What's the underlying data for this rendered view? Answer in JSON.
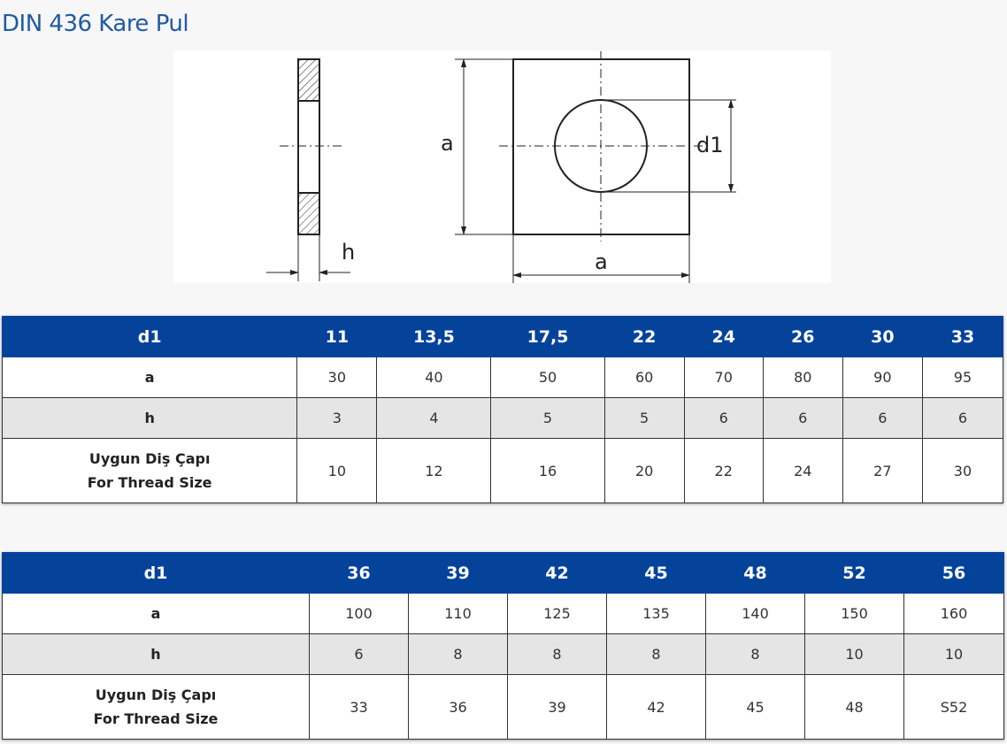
{
  "page": {
    "title": "DIN 436 Kare Pul"
  },
  "drawing": {
    "side_view_label": "h",
    "front_height_label": "a",
    "front_width_label": "a",
    "hole_label": "d1"
  },
  "table1": {
    "header_label": "d1",
    "row_labels": {
      "a": "a",
      "h": "h",
      "thread_tr": "Uygun Diş Çapı",
      "thread_en": "For Thread Size"
    },
    "d1": [
      "11",
      "13,5",
      "17,5",
      "22",
      "24",
      "26",
      "30",
      "33"
    ],
    "a": [
      "30",
      "40",
      "50",
      "60",
      "70",
      "80",
      "90",
      "95"
    ],
    "h": [
      "3",
      "4",
      "5",
      "5",
      "6",
      "6",
      "6",
      "6"
    ],
    "thread": [
      "10",
      "12",
      "16",
      "20",
      "22",
      "24",
      "27",
      "30"
    ]
  },
  "table2": {
    "header_label": "d1",
    "row_labels": {
      "a": "a",
      "h": "h",
      "thread_tr": "Uygun Diş Çapı",
      "thread_en": "For Thread Size"
    },
    "d1": [
      "36",
      "39",
      "42",
      "45",
      "48",
      "52",
      "56"
    ],
    "a": [
      "100",
      "110",
      "125",
      "135",
      "140",
      "150",
      "160"
    ],
    "h": [
      "6",
      "8",
      "8",
      "8",
      "8",
      "10",
      "10"
    ],
    "thread": [
      "33",
      "36",
      "39",
      "42",
      "45",
      "48",
      "S52"
    ]
  }
}
